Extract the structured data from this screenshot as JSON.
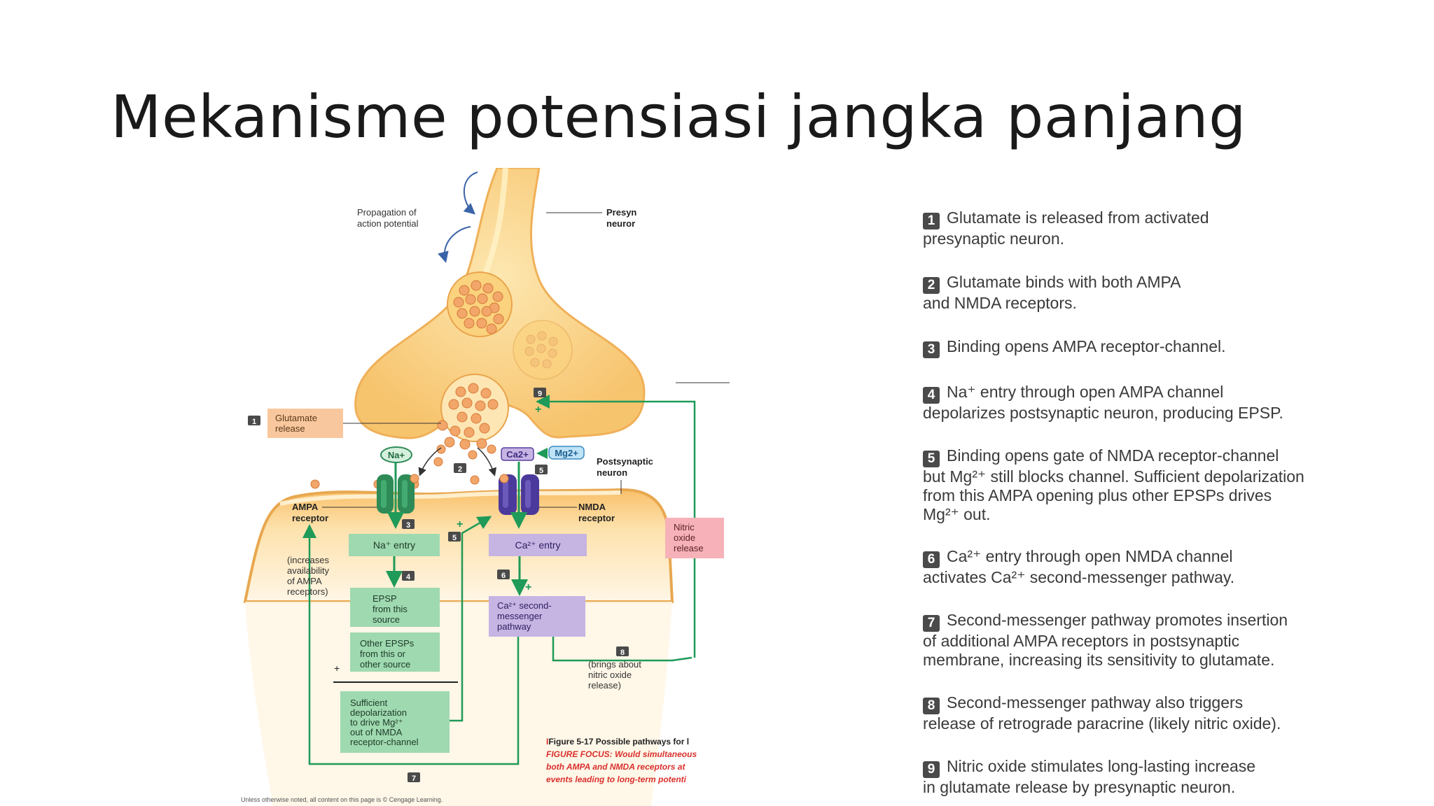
{
  "slide": {
    "title": "Mekanisme potensiasi jangka panjang"
  },
  "diagram": {
    "labels": {
      "propagation": [
        "Propagation of",
        "action potential"
      ],
      "presynaptic": [
        "Presyn",
        "neuror"
      ],
      "glutamate_release": [
        "Glutamate",
        "release"
      ],
      "na": "Na+",
      "ca": "Ca2+",
      "mg": "Mg2+",
      "postsynaptic": [
        "Postsynaptic",
        "neuron"
      ],
      "ampa_receptor": [
        "AMPA",
        "receptor"
      ],
      "nmda_receptor": [
        "NMDA",
        "receptor"
      ],
      "na_entry": "Na⁺ entry",
      "ca_entry": "Ca²⁺ entry",
      "nitric_oxide_release": [
        "Nitric",
        "oxide",
        "release"
      ],
      "increases_availability": [
        "(increases",
        "availability",
        "of AMPA",
        "receptors)"
      ],
      "epsp": [
        "EPSP",
        "from this",
        "source"
      ],
      "other_epsps": [
        "Other EPSPs",
        "from this or",
        "other source"
      ],
      "plus": "+",
      "sufficient": [
        "Sufficient",
        "depolarization",
        "to drive Mg²⁺",
        "out of NMDA",
        "receptor-channel"
      ],
      "ca_second": [
        "Ca²⁺ second-",
        "messenger",
        "pathway"
      ],
      "brings_about": [
        "(brings about",
        "nitric oxide",
        "release)"
      ],
      "figure_caption": "Figure 5-17  Possible pathways for l",
      "figure_focus": [
        "FIGURE FOCUS: Would simultaneous",
        "both AMPA and NMDA receptors at",
        "events leading to long-term potenti"
      ],
      "copyright": "Unless otherwise noted, all content on this page is © Cengage Learning."
    },
    "step_badges": [
      "1",
      "2",
      "3",
      "4",
      "5",
      "5",
      "6",
      "7",
      "8",
      "9"
    ],
    "colors": {
      "neuron_fill": "#fbd88a",
      "neuron_dark": "#f5b860",
      "green_box": "#9fd9b0",
      "purple_box": "#c6b4e3",
      "arrow_green": "#1f9a58",
      "ampa_green": "#2e8b57",
      "nmda_purple": "#4b3a9b",
      "nitric_box": "#f6b2b8",
      "glutamate_box": "#f9c79d",
      "caption_red": "#d9302c"
    }
  },
  "steps": [
    {
      "num": "1",
      "text": "Glutamate is released from activated\npresynaptic neuron."
    },
    {
      "num": "2",
      "text": "Glutamate binds with both AMPA\nand NMDA receptors."
    },
    {
      "num": "3",
      "text": "Binding opens AMPA receptor-channel."
    },
    {
      "num": "4",
      "text": "Na⁺ entry through open AMPA channel\ndepolarizes postsynaptic neuron, producing EPSP."
    },
    {
      "num": "5",
      "text": "Binding opens gate of NMDA receptor-channel\nbut Mg²⁺ still blocks channel. Sufficient depolarization\nfrom this AMPA opening plus other EPSPs drives\nMg²⁺ out."
    },
    {
      "num": "6",
      "text": "Ca²⁺ entry through open NMDA channel\nactivates Ca²⁺ second-messenger pathway."
    },
    {
      "num": "7",
      "text": "Second-messenger pathway promotes insertion\nof additional AMPA receptors in postsynaptic\nmembrane, increasing its sensitivity to glutamate."
    },
    {
      "num": "8",
      "text": "Second-messenger pathway also triggers\nrelease of retrograde paracrine (likely nitric oxide)."
    },
    {
      "num": "9",
      "text": "Nitric oxide stimulates long-lasting increase\nin glutamate release by presynaptic neuron."
    }
  ]
}
